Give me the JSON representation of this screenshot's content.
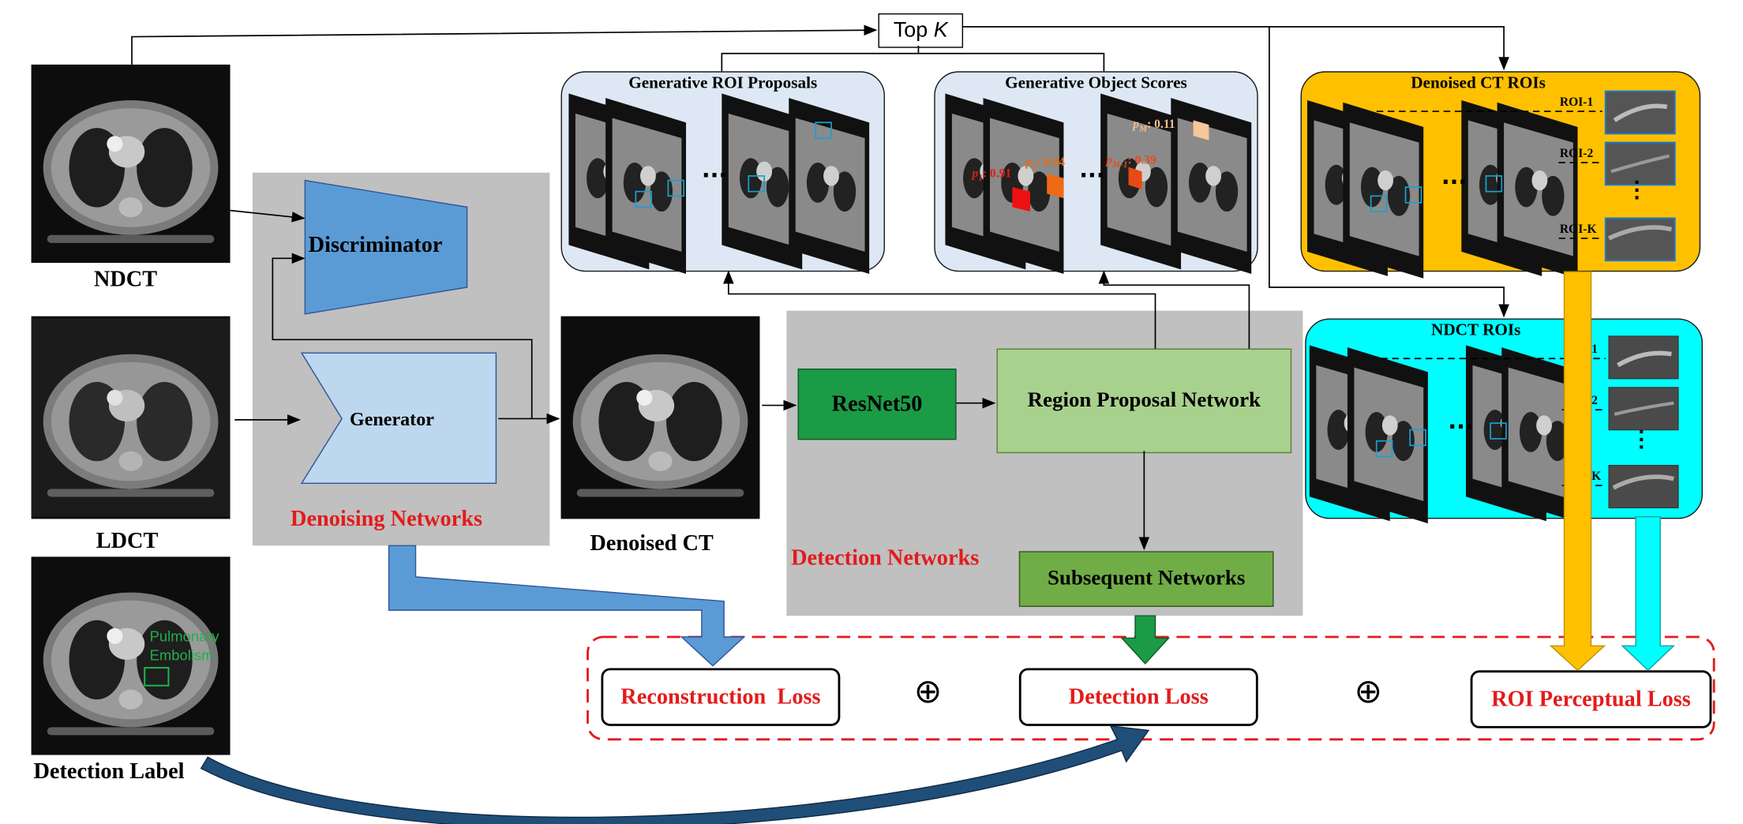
{
  "inputs": {
    "ndct_label": "NDCT",
    "ldct_label": "LDCT",
    "detection_label": "Detection Label",
    "annotation_line1": "Pulmonary",
    "annotation_line2": "Embolism"
  },
  "denoising": {
    "discriminator": "Discriminator",
    "generator": "Generator",
    "region_label": "Denoising Networks",
    "output_label": "Denoised CT"
  },
  "detection": {
    "backbone": "ResNet50",
    "rpn": "Region Proposal Network",
    "subsequent": "Subsequent Networks",
    "region_label": "Detection Networks"
  },
  "proposals_panel": {
    "title": "Generative ROI Proposals",
    "ellipsis": "..."
  },
  "scores_panel": {
    "title": "Generative Object Scores",
    "ellipsis": "...",
    "scores": [
      {
        "symbol": "p",
        "sub": "1",
        "value": ": 0.91",
        "color": "#e31b1b"
      },
      {
        "symbol": "p",
        "sub": "2",
        "value": ": 0.84",
        "color": "#e86a1a"
      },
      {
        "symbol": "p",
        "sub": "M-1",
        "value": ": 0.39",
        "color": "#e84a1a"
      },
      {
        "symbol": "p",
        "sub": "M",
        "value": ": 0.11",
        "color": "#f0c08a"
      }
    ]
  },
  "topk": {
    "text": "Top",
    "k": "K"
  },
  "denoised_rois_panel": {
    "title": "Denoised CT ROIs",
    "roi_labels": [
      "ROI-1",
      "ROI-2",
      "ROI-K"
    ],
    "ellipsis": "..."
  },
  "ndct_rois_panel": {
    "title": "NDCT ROIs",
    "roi_labels": [
      "ROI-1",
      "ROI-2",
      "ROI-K"
    ],
    "ellipsis": "..."
  },
  "losses": {
    "reconstruction": "Reconstruction  Loss",
    "detection": "Detection Loss",
    "roi_perceptual": "ROI Perceptual Loss",
    "plus_symbol": "⊕"
  },
  "colors": {
    "discriminator": "#5b9bd5",
    "generator": "#bdd7ee",
    "resnet": "#1c9b47",
    "rpn": "#a9d18e",
    "subsequent": "#70ad47",
    "gray_region": "#c0c0c0",
    "panel_light": "#dde8f4",
    "panel_orange": "#ffc000",
    "panel_cyan": "#00ffff",
    "loss_label": "#e31b1b",
    "arrow_blue": "#5b9bd5",
    "arrow_green": "#1c9b47",
    "arrow_orange": "#ffc000",
    "arrow_cyan": "#00ffff",
    "arrow_navy": "#1f4e79"
  }
}
